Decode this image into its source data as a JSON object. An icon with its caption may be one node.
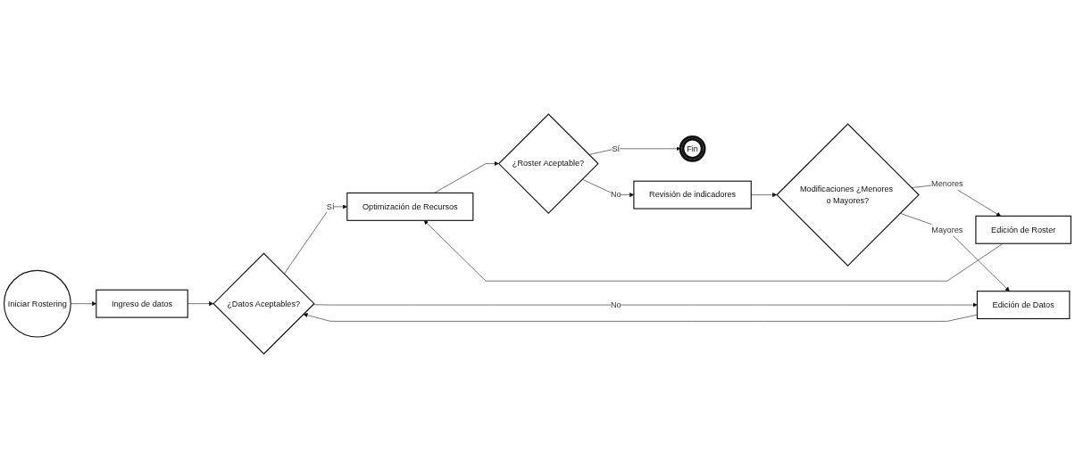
{
  "diagram": {
    "nodes": [
      {
        "text": [
          "Iniciar Rostering"
        ]
      },
      {
        "text": [
          "Ingreso de datos"
        ]
      },
      {
        "text": [
          "¿Datos Aceptables?"
        ]
      },
      {
        "text": [
          "Optimización de Recursos"
        ]
      },
      {
        "text": [
          "¿Roster Aceptable?"
        ]
      },
      {
        "text": [
          "Fin"
        ]
      },
      {
        "text": [
          "Edición de Datos"
        ]
      },
      {
        "text": [
          "Edición de Roster"
        ]
      },
      {
        "text": [
          "Revisión de indicadores"
        ]
      },
      {
        "text": [
          "Modificaciones ¿Menores o Mayores?"
        ]
      }
    ],
    "edges": [
      {
        "from": 0,
        "to": 1,
        "arrow": "to"
      },
      {
        "from": 1,
        "to": 2,
        "arrow": "to"
      },
      {
        "from": 2,
        "to": 3,
        "label": "Sí",
        "arrow": "to"
      },
      {
        "from": 3,
        "to": 4,
        "arrow": "to"
      },
      {
        "from": 4,
        "to": 5,
        "label": "Sí",
        "arrow": "to"
      },
      {
        "from": 2,
        "to": 6,
        "label": "No",
        "arrow": "to"
      },
      {
        "from": 6,
        "to": 2,
        "arrow": "to"
      },
      {
        "from": 7,
        "to": 3,
        "arrow": "to"
      },
      {
        "from": 4,
        "to": 8,
        "label": "No",
        "arrow": "to"
      },
      {
        "from": 8,
        "to": 9,
        "arrow": "to"
      },
      {
        "from": 9,
        "to": 7,
        "label": "Menores",
        "arrow": "to"
      },
      {
        "from": 9,
        "to": 6,
        "label": "Mayores",
        "arrow": "to"
      }
    ]
  }
}
